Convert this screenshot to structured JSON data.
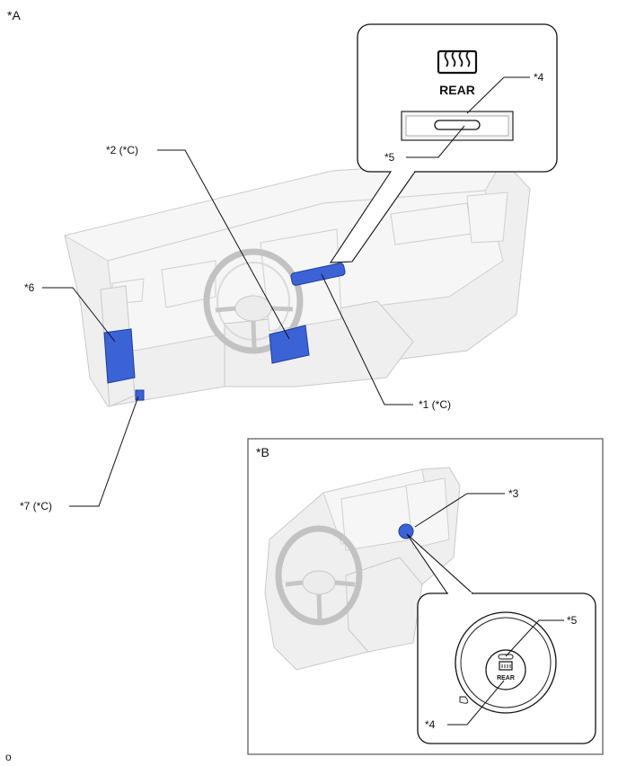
{
  "view_a": {
    "tag": "*A",
    "callouts": {
      "c1": "*1 (*C)",
      "c2": "*2 (*C)",
      "c4": "*4",
      "c5": "*5",
      "c6": "*6",
      "c7": "*7 (*C)"
    },
    "switch_text": "REAR"
  },
  "view_b": {
    "tag": "*B",
    "callouts": {
      "c3": "*3",
      "c5": "*5",
      "c4": "*4"
    },
    "switch_text": "REAR"
  },
  "footer_mark": "o",
  "colors": {
    "part": "#3b63d6",
    "frame": "#555555"
  }
}
